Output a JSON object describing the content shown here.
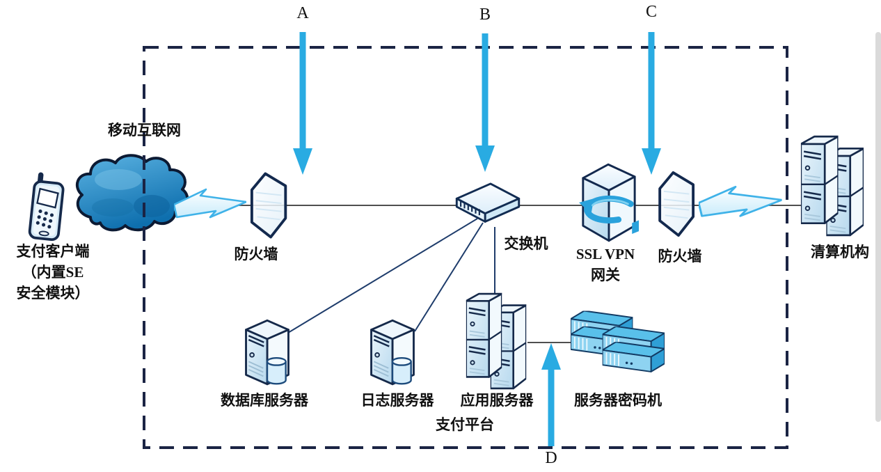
{
  "markers": [
    {
      "label": "A"
    },
    {
      "label": "B"
    },
    {
      "label": "C"
    },
    {
      "label": "D"
    }
  ],
  "nodes": {
    "mobile_internet": {
      "label": "移动互联网"
    },
    "payment_client": {
      "lines": [
        "支付客户端",
        "（内置SE",
        "安全模块）"
      ]
    },
    "firewall_left": {
      "label": "防火墙"
    },
    "switch": {
      "label": "交换机"
    },
    "ssl_vpn_gateway": {
      "lines": [
        "SSL VPN",
        "网关"
      ]
    },
    "firewall_right": {
      "label": "防火墙"
    },
    "clearing_house": {
      "label": "清算机构"
    },
    "database_server": {
      "label": "数据库服务器"
    },
    "log_server": {
      "label": "日志服务器"
    },
    "application_server": {
      "label": "应用服务器"
    },
    "server_cipher_machine": {
      "label": "服务器密码机"
    },
    "payment_platform_zone": {
      "label": "支付平台"
    }
  },
  "colors": {
    "flow_arrow": "#29abe2",
    "boundary_dash": "#1b2444",
    "link_line": "#4f4f4f",
    "internal_link": "#1e3c6b",
    "cloud_blue": "#1f86c4",
    "icon_outline": "#15294a",
    "cipher_machine_blue": "#54bde9",
    "lightning_cyan": "#3fb2e8"
  }
}
